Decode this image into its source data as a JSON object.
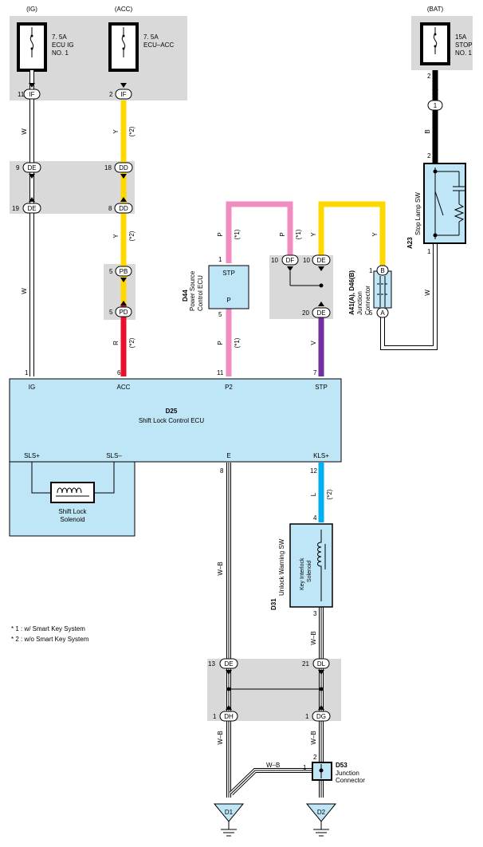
{
  "power": {
    "ig_label": "(IG)",
    "acc_label": "(ACC)",
    "bat_label": "(BAT)",
    "fuse_ig": [
      "7. 5A",
      "ECU IG",
      "NO. 1"
    ],
    "fuse_acc": [
      "7. 5A",
      "ECU–ACC"
    ],
    "fuse_stop": [
      "15A",
      "STOP",
      "NO. 1"
    ]
  },
  "connectors": {
    "if": "IF",
    "de": "DE",
    "dd": "DD",
    "pb": "PB",
    "pd": "PD",
    "df": "DF",
    "dl": "DL",
    "dh": "DH",
    "dg": "DG",
    "one": "1",
    "jb_b": "B",
    "jb_a": "A"
  },
  "pins": {
    "p11": "11",
    "p2": "2",
    "p9": "9",
    "p18": "18",
    "p19": "19",
    "p8": "8",
    "p5a": "5",
    "p5b": "5",
    "p1": "1",
    "p10a": "10",
    "p10b": "10",
    "p20": "20",
    "p5c": "5",
    "p11b": "11",
    "p7": "7",
    "p6": "6",
    "p1b": "1",
    "p8b": "8",
    "p12": "12",
    "p4": "4",
    "p3": "3",
    "p13": "13",
    "p21": "21",
    "p1c": "1",
    "p1d": "1",
    "p2b": "2",
    "p1e": "1",
    "stop_out": "2",
    "stop_in": "2",
    "stoplamp_out": "1",
    "jb_1": "1",
    "jb_5": "5",
    "jb_1b": "1"
  },
  "wires": {
    "w": "W",
    "y": "Y",
    "r": "R",
    "p": "P",
    "v": "V",
    "b": "B",
    "l": "L",
    "wb": "W–B",
    "note1": "(*1)",
    "note2": "(*2)"
  },
  "components": {
    "d44_code": "D44",
    "d44_name": [
      "Power Source",
      "Control ECU"
    ],
    "d44_stp": "STP",
    "d44_p": "P",
    "a41_code": "A41(A), D46(B)",
    "a41_name": [
      "Junction",
      "Connector"
    ],
    "a23_code": "A23",
    "a23_name": "Stop Lamp SW",
    "d25_code": "D25",
    "d25_name": "Shift Lock Control ECU",
    "d25_ig": "IG",
    "d25_acc": "ACC",
    "d25_p2": "P2",
    "d25_stp": "STP",
    "d25_slsp": "SLS+",
    "d25_slsm": "SLS–",
    "d25_e": "E",
    "d25_kls": "KLS+",
    "solenoid_name": [
      "Shift Lock",
      "Solenoid"
    ],
    "d31_code": "D31",
    "d31_name": "Unlock Warning SW",
    "d31_inner": [
      "Key Interlock",
      "Solenoid"
    ],
    "d53_code": "D53",
    "d53_name": [
      "Junction",
      "Connector"
    ],
    "ground1": "D1",
    "ground2": "D2"
  },
  "notes": [
    "* 1 : w/ Smart Key System",
    "* 2 : w/o Smart Key System"
  ]
}
